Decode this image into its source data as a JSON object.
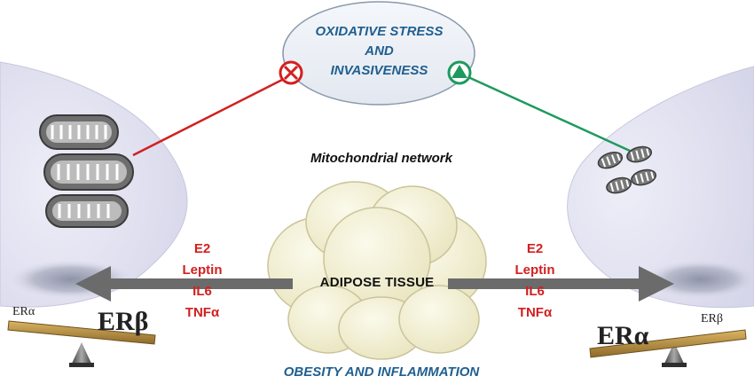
{
  "oval": {
    "line1": "OXIDATIVE STRESS",
    "line2": "AND",
    "line3": "INVASIVENESS"
  },
  "mitochondrial_label": "Mitochondrial network",
  "left_factors": [
    "E2",
    "Leptin",
    "IL6",
    "TNFα"
  ],
  "right_factors": [
    "E2",
    "Leptin",
    "IL6",
    "TNFα"
  ],
  "adipose_label": "ADIPOSE TISSUE",
  "obesity_label": "OBESITY AND INFLAMMATION",
  "left_balance": {
    "low_side": "ERα",
    "high_side": "ERβ"
  },
  "right_balance": {
    "low_side": "ERα",
    "high_side": "ERβ"
  },
  "colors": {
    "oval_text": "#1f5f8f",
    "factor_text": "#d1201f",
    "inhibit_line": "#d1201f",
    "promote_line": "#1e9a5e",
    "arrow": "#6b6b6b",
    "cell": "#e2e2f2",
    "adipose": "#f5f2d8"
  },
  "icons": {
    "inhibit": "circle-x-icon",
    "promote": "circle-triangle-icon"
  }
}
